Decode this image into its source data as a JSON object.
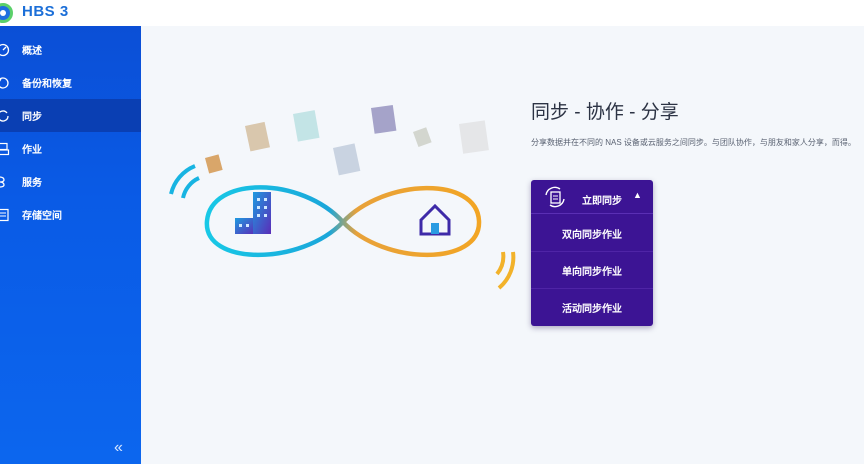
{
  "app": {
    "title": "HBS 3"
  },
  "sidebar": {
    "items": [
      {
        "label": "概述",
        "icon": "overview-icon",
        "active": false
      },
      {
        "label": "备份和恢复",
        "icon": "backup-restore-icon",
        "active": false
      },
      {
        "label": "同步",
        "icon": "sync-icon",
        "active": true
      },
      {
        "label": "作业",
        "icon": "jobs-icon",
        "active": false
      },
      {
        "label": "服务",
        "icon": "services-icon",
        "active": false
      },
      {
        "label": "存储空间",
        "icon": "storage-icon",
        "active": false
      }
    ],
    "collapse_label": "«"
  },
  "main": {
    "heading": "同步 - 协作 - 分享",
    "description": "分享数据并在不同的 NAS 设备或云服务之间同步。与团队协作，与朋友和家人分享，而得。",
    "dropdown": {
      "head_label": "立即同步",
      "caret": "▲",
      "items": [
        {
          "label": "双向同步作业"
        },
        {
          "label": "单向同步作业"
        },
        {
          "label": "活动同步作业"
        }
      ]
    }
  },
  "colors": {
    "sidebar_bg": "#0b4fd6",
    "sidebar_active": "#0a3fb3",
    "dropdown_bg": "#3c1494",
    "title_blue": "#1c6fd8"
  }
}
